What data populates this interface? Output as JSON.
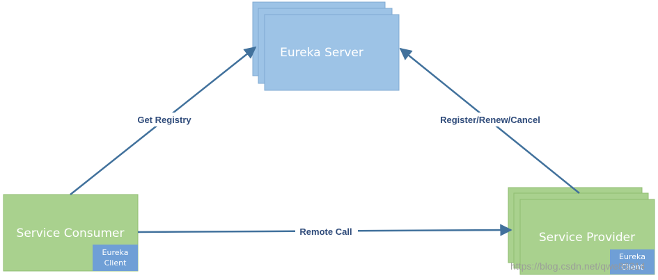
{
  "nodes": {
    "eureka_server": {
      "label": "Eureka Server"
    },
    "service_consumer": {
      "label": "Service Consumer",
      "client_badge": {
        "line1": "Eureka",
        "line2": "Client"
      }
    },
    "service_provider": {
      "label": "Service Provider",
      "client_badge": {
        "line1": "Eureka",
        "line2": "Client"
      }
    }
  },
  "edges": {
    "get_registry": {
      "label": "Get Registry"
    },
    "register": {
      "label": "Register/Renew/Cancel"
    },
    "remote_call": {
      "label": "Remote Call"
    }
  },
  "watermark": "https://blog.csdn.net/qwe86314",
  "colors": {
    "server_fill": "#9dc3e6",
    "server_stroke": "#7fa9d1",
    "service_fill": "#a9d18e",
    "service_stroke": "#8fbd70",
    "client_badge_fill": "#6f9fd6",
    "arrow": "#41719c",
    "edge_text": "#2f4b7a"
  }
}
